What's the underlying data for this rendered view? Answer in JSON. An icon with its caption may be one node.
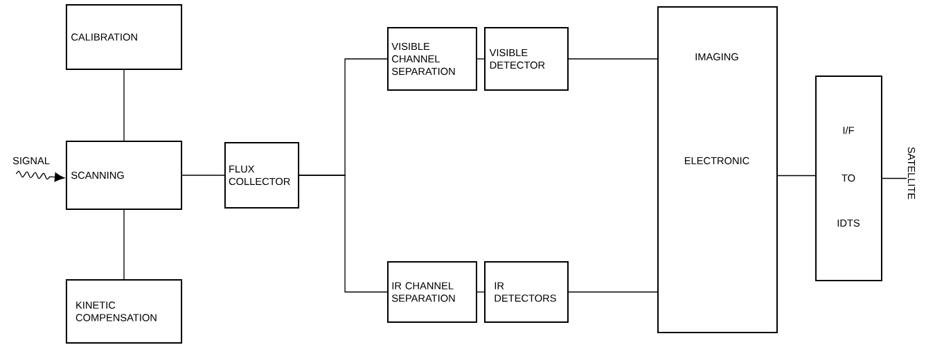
{
  "diagram": {
    "nodes": [
      {
        "text": [
          "CALIBRATION"
        ]
      },
      {
        "text": [
          "SCANNING"
        ]
      },
      {
        "text": [
          "KINETIC COMPENSATION"
        ]
      },
      {
        "text": [
          "FLUX COLLECTOR"
        ]
      },
      {
        "text": [
          "VISIBLE CHANNEL SEPARATION"
        ]
      },
      {
        "text": [
          "VISIBLE DETECTOR"
        ]
      },
      {
        "text": [
          "IR CHANNEL SEPARATION"
        ]
      },
      {
        "text": [
          "IR DETECTORS"
        ]
      },
      {
        "text": [
          "IMAGING",
          "ELECTRONIC"
        ]
      },
      {
        "text": [
          "I/F",
          "TO",
          "IDTS"
        ]
      },
      {
        "text": [
          "SIGNAL"
        ]
      },
      {
        "text": [
          "SATELLITE"
        ]
      }
    ],
    "edges": [
      {
        "from": 0,
        "to": 1,
        "arrow": "none"
      },
      {
        "from": 1,
        "to": 2,
        "arrow": "none"
      },
      {
        "from": 10,
        "to": 1,
        "arrow": "to"
      },
      {
        "from": 1,
        "to": 3,
        "arrow": "none"
      },
      {
        "from": 3,
        "to": 4,
        "arrow": "none"
      },
      {
        "from": 3,
        "to": 6,
        "arrow": "none"
      },
      {
        "from": 4,
        "to": 5,
        "arrow": "none"
      },
      {
        "from": 6,
        "to": 7,
        "arrow": "none"
      },
      {
        "from": 5,
        "to": 8,
        "arrow": "none"
      },
      {
        "from": 7,
        "to": 8,
        "arrow": "none"
      },
      {
        "from": 8,
        "to": 9,
        "arrow": "none"
      },
      {
        "from": 9,
        "to": 11,
        "arrow": "none"
      }
    ]
  }
}
